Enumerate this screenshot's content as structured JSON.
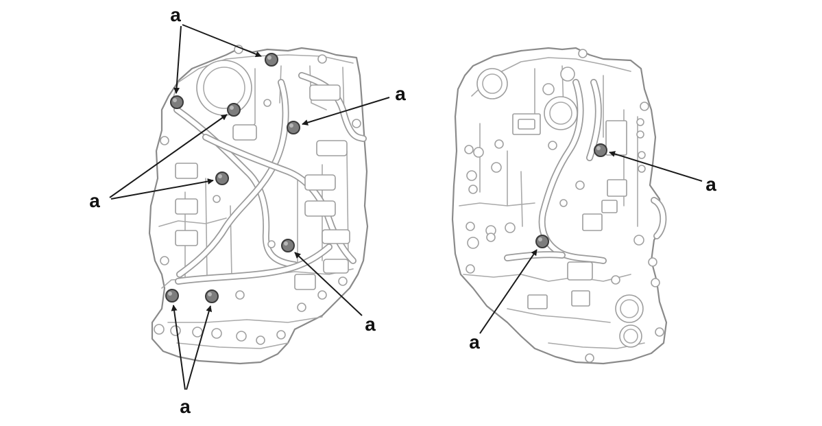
{
  "figure": {
    "callout_letter": "a",
    "labels": [
      "a",
      "a",
      "a",
      "a",
      "a",
      "a",
      "a"
    ],
    "colors": {
      "line": "#8a8a8a",
      "ball": "#7d7d7d",
      "text": "#111111"
    }
  }
}
